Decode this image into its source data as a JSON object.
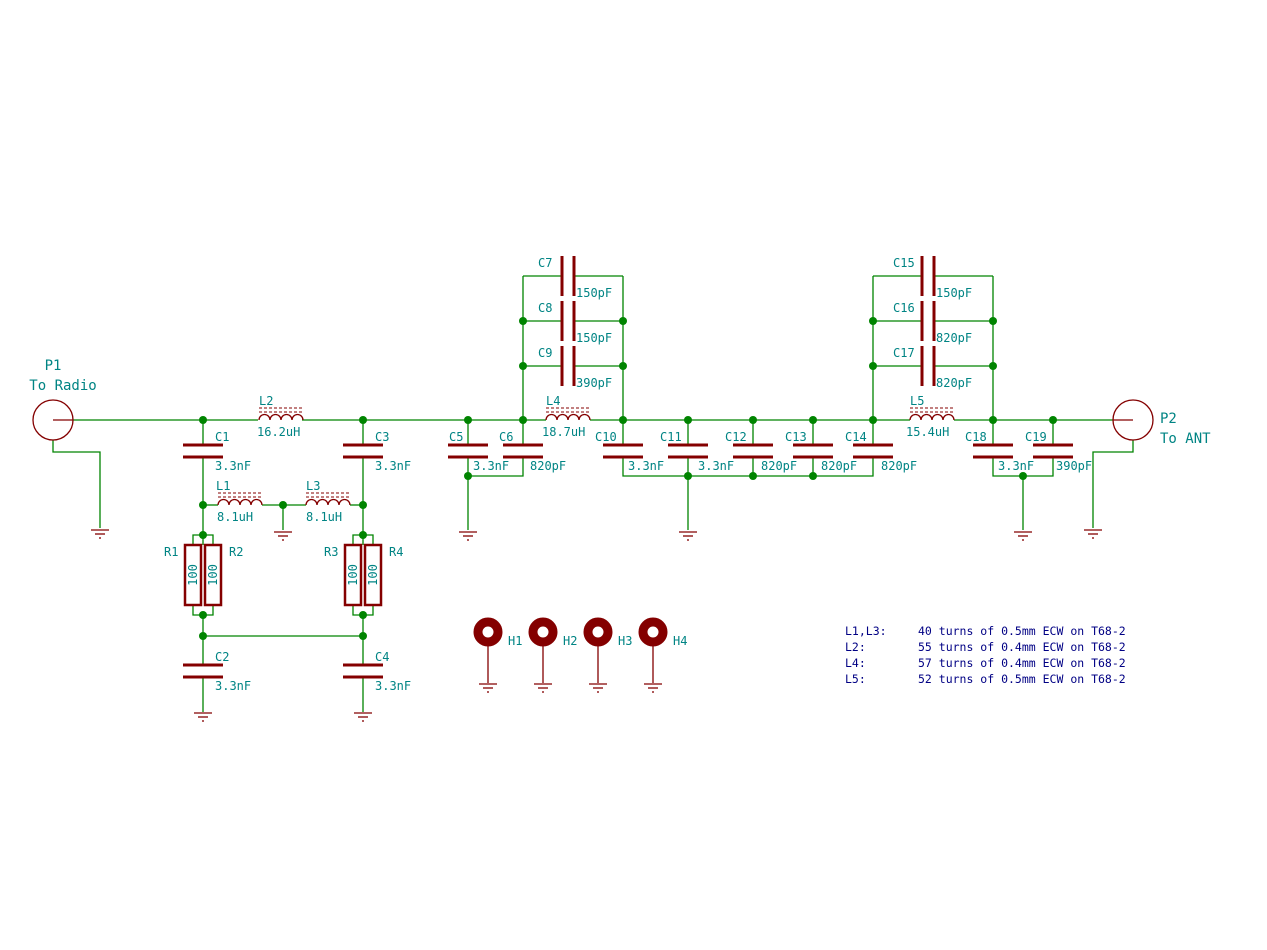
{
  "ports": {
    "P1": {
      "ref": "P1",
      "name": "To Radio"
    },
    "P2": {
      "ref": "P2",
      "name": "To ANT"
    }
  },
  "inductors": {
    "L1": {
      "ref": "L1",
      "value": "8.1uH"
    },
    "L2": {
      "ref": "L2",
      "value": "16.2uH"
    },
    "L3": {
      "ref": "L3",
      "value": "8.1uH"
    },
    "L4": {
      "ref": "L4",
      "value": "18.7uH"
    },
    "L5": {
      "ref": "L5",
      "value": "15.4uH"
    }
  },
  "capacitors": {
    "C1": {
      "ref": "C1",
      "value": "3.3nF"
    },
    "C2": {
      "ref": "C2",
      "value": "3.3nF"
    },
    "C3": {
      "ref": "C3",
      "value": "3.3nF"
    },
    "C4": {
      "ref": "C4",
      "value": "3.3nF"
    },
    "C5": {
      "ref": "C5",
      "value": "3.3nF"
    },
    "C6": {
      "ref": "C6",
      "value": "820pF"
    },
    "C7": {
      "ref": "C7",
      "value": "150pF"
    },
    "C8": {
      "ref": "C8",
      "value": "150pF"
    },
    "C9": {
      "ref": "C9",
      "value": "390pF"
    },
    "C10": {
      "ref": "C10",
      "value": "3.3nF"
    },
    "C11": {
      "ref": "C11",
      "value": "3.3nF"
    },
    "C12": {
      "ref": "C12",
      "value": "820pF"
    },
    "C13": {
      "ref": "C13",
      "value": "820pF"
    },
    "C14": {
      "ref": "C14",
      "value": "820pF"
    },
    "C15": {
      "ref": "C15",
      "value": "150pF"
    },
    "C16": {
      "ref": "C16",
      "value": "820pF"
    },
    "C17": {
      "ref": "C17",
      "value": "820pF"
    },
    "C18": {
      "ref": "C18",
      "value": "3.3nF"
    },
    "C19": {
      "ref": "C19",
      "value": "390pF"
    }
  },
  "resistors": {
    "R1": {
      "ref": "R1",
      "value": "100"
    },
    "R2": {
      "ref": "R2",
      "value": "100"
    },
    "R3": {
      "ref": "R3",
      "value": "100"
    },
    "R4": {
      "ref": "R4",
      "value": "100"
    }
  },
  "holes": [
    "H1",
    "H2",
    "H3",
    "H4"
  ],
  "notes": [
    {
      "parts": "L1,L3:",
      "spec": "40 turns of 0.5mm ECW on T68-2"
    },
    {
      "parts": "L2:",
      "spec": "55 turns of 0.4mm ECW on T68-2"
    },
    {
      "parts": "L4:",
      "spec": "57 turns of 0.4mm ECW on T68-2"
    },
    {
      "parts": "L5:",
      "spec": "52 turns of 0.5mm ECW on T68-2"
    }
  ],
  "colors": {
    "wire": "#008400",
    "component": "#840000",
    "label": "#008484",
    "note": "#000084"
  }
}
